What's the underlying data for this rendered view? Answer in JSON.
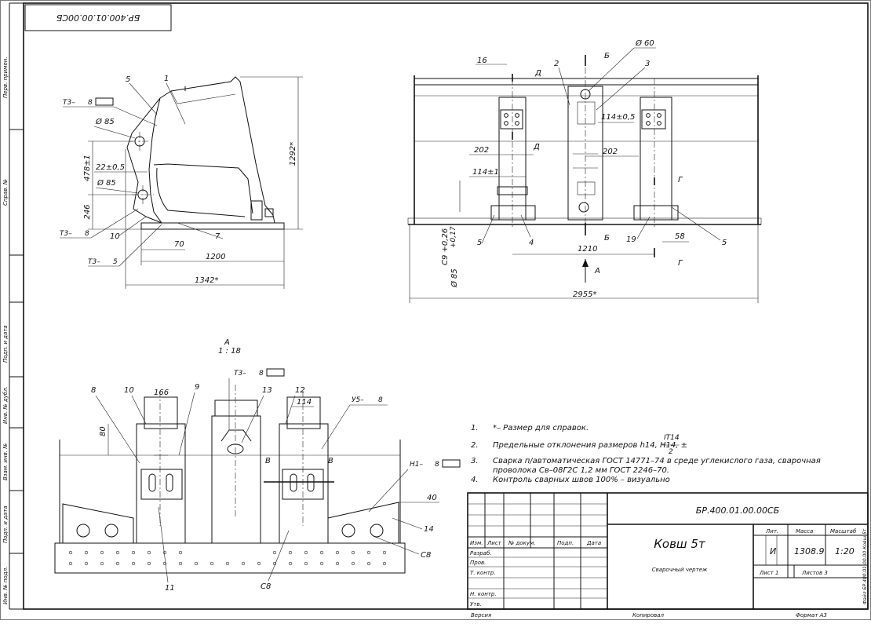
{
  "doc": {
    "code_rotated": "БР.400.01.00.00СБ",
    "code": "БР.400.01.00.00СБ",
    "name": "Ковш 5т",
    "doc_type": "Сварочный чертеж",
    "lit": "И",
    "mass": "1308.9",
    "scale": "1:20",
    "sheet": "Лист 1",
    "sheets": "Листов 3",
    "h_lit": "Лит.",
    "h_mass": "Масса",
    "h_scale": "Масштаб",
    "footer_version": "Версия",
    "footer_copied": "Копировал",
    "footer_format": "Формат А3",
    "side_file": "Файл БР.400.01.00.00 Ковш 5т"
  },
  "title_rows": {
    "izm": "Изм.",
    "list": "Лист",
    "ndoc": "№ докум.",
    "podp": "Подп.",
    "data": "Дата",
    "razrab": "Разраб.",
    "prov": "Пров.",
    "tkontr": "Т. контр.",
    "nkontr": "Н. контр.",
    "utv": "Утв."
  },
  "margin": {
    "perv": "Перв. примен.",
    "sprav": "Справ. №",
    "podp_data1": "Подп. и дата",
    "inv_dubl": "Инв. № дубл.",
    "vzam": "Взам. инв. №",
    "podp_data2": "Подп. и дата",
    "inv_podl": "Инв. № подл."
  },
  "notes": [
    {
      "n": "1.",
      "text": "*– Размер для справок."
    },
    {
      "n": "2.",
      "text": "Предельные отклонения размеров h14, H14, ±"
    },
    {
      "n": "3.",
      "text": "Сварка п/автоматическая ГОСТ 14771–74 в среде углекислого газа, сварочная"
    },
    {
      "n": "",
      "text": "проволока Св–08Г2С   1,2 мм ГОСТ 2246–70."
    },
    {
      "n": "4.",
      "text": "Контроль сварных швов 100% – визуально"
    }
  ],
  "note_fraction": {
    "num": "IT14",
    "den": "2"
  },
  "side_view": {
    "dims": [
      "1292*",
      "478±1",
      "246",
      "22±0,5",
      "70",
      "1200",
      "1342*"
    ],
    "diams": [
      "Ø 85",
      "Ø 85"
    ],
    "welds": [
      "Т3–",
      "8",
      "Т3–",
      "8",
      "Т3–",
      "5"
    ],
    "pos": [
      "5",
      "1",
      "10",
      "7"
    ]
  },
  "front_view": {
    "dims": [
      "16",
      "Ø 60",
      "114±0,5",
      "202",
      "202",
      "114±1",
      "1210",
      "58",
      "2955*",
      "Ø 85",
      "С9 +0,26",
      "+0,17"
    ],
    "pos": [
      "2",
      "3",
      "5",
      "4",
      "19",
      "5"
    ],
    "sections": [
      "Б",
      "Б",
      "Д",
      "Д",
      "Г",
      "Г",
      "А"
    ]
  },
  "view_a": {
    "title": "А",
    "scale": "1 : 18",
    "dims": [
      "166",
      "114",
      "80",
      "40"
    ],
    "pos": [
      "8",
      "10",
      "9",
      "13",
      "12",
      "14",
      "11"
    ],
    "welds": [
      "Т3–",
      "8",
      "У5–",
      "8",
      "Н1–",
      "8"
    ],
    "labels": [
      "С8",
      "С8",
      "В",
      "В"
    ]
  }
}
